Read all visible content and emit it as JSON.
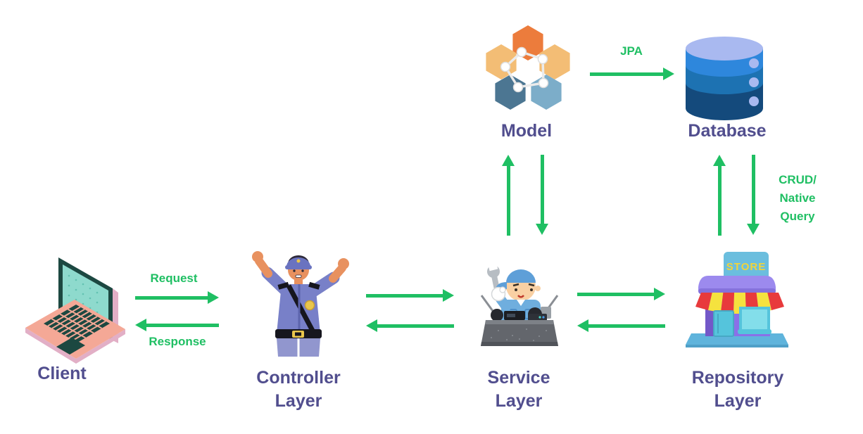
{
  "colors": {
    "background": "#FFFFFF",
    "arrow_green": "#1FBF63",
    "node_label_purple": "#514E8E"
  },
  "nodes": {
    "client": {
      "label": "Client",
      "icon": "laptop-icon"
    },
    "controller": {
      "label": "Controller Layer",
      "icon": "traffic-police-officer-icon"
    },
    "service": {
      "label": "Service Layer",
      "icon": "mechanic-workbench-icon"
    },
    "repository": {
      "label": "Repository Layer",
      "icon": "store-icon",
      "store_sign": "STORE"
    },
    "model": {
      "label": "Model",
      "icon": "hexagon-molecule-icon"
    },
    "database": {
      "label": "Database",
      "icon": "database-cylinder-icon"
    }
  },
  "edges": {
    "client_to_controller": {
      "label": "Request"
    },
    "controller_to_client": {
      "label": "Response"
    },
    "model_to_database": {
      "label": "JPA"
    },
    "repository_database_crud": {
      "label": "CRUD/\nNative Query"
    }
  }
}
